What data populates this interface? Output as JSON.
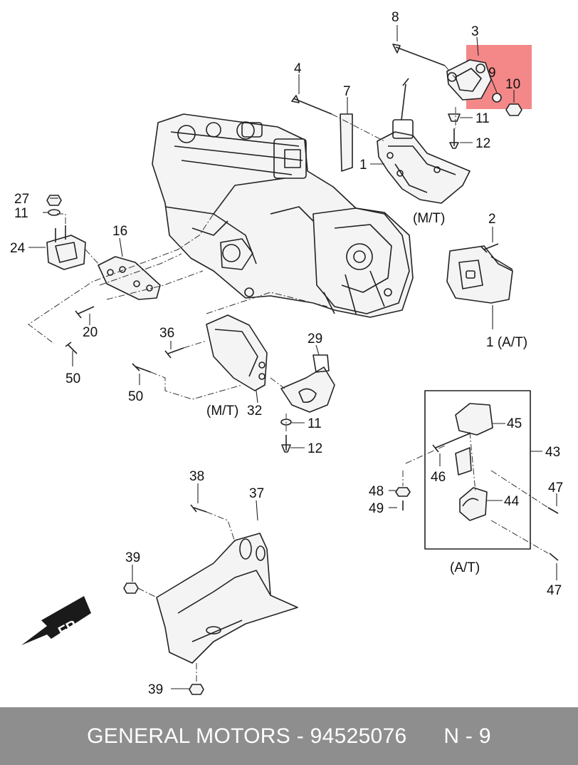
{
  "callouts": {
    "c1": "1",
    "c1_at": "1 (A/T)",
    "c2": "2",
    "c3": "3",
    "c4": "4",
    "c7": "7",
    "c8": "8",
    "c9": "9",
    "c10": "10",
    "c11a": "11",
    "c11b": "11",
    "c11c": "11",
    "c12a": "12",
    "c12b": "12",
    "c16": "16",
    "c20": "20",
    "c24": "24",
    "c27": "27",
    "c29": "29",
    "c32": "32",
    "c36": "36",
    "c37": "37",
    "c38": "38",
    "c39a": "39",
    "c39b": "39",
    "c43": "43",
    "c44": "44",
    "c45": "45",
    "c46": "46",
    "c47a": "47",
    "c47b": "47",
    "c48": "48",
    "c49": "49",
    "c50a": "50",
    "c50b": "50"
  },
  "labels": {
    "mt_top": "(M/T)",
    "mt_bottom": "(M/T)",
    "at_box": "(A/T)",
    "fr": "FR"
  },
  "highlight": {
    "color": "#f37b7b",
    "part": "3"
  },
  "footer": {
    "text": "GENERAL MOTORS - 94525076      N - 9"
  }
}
